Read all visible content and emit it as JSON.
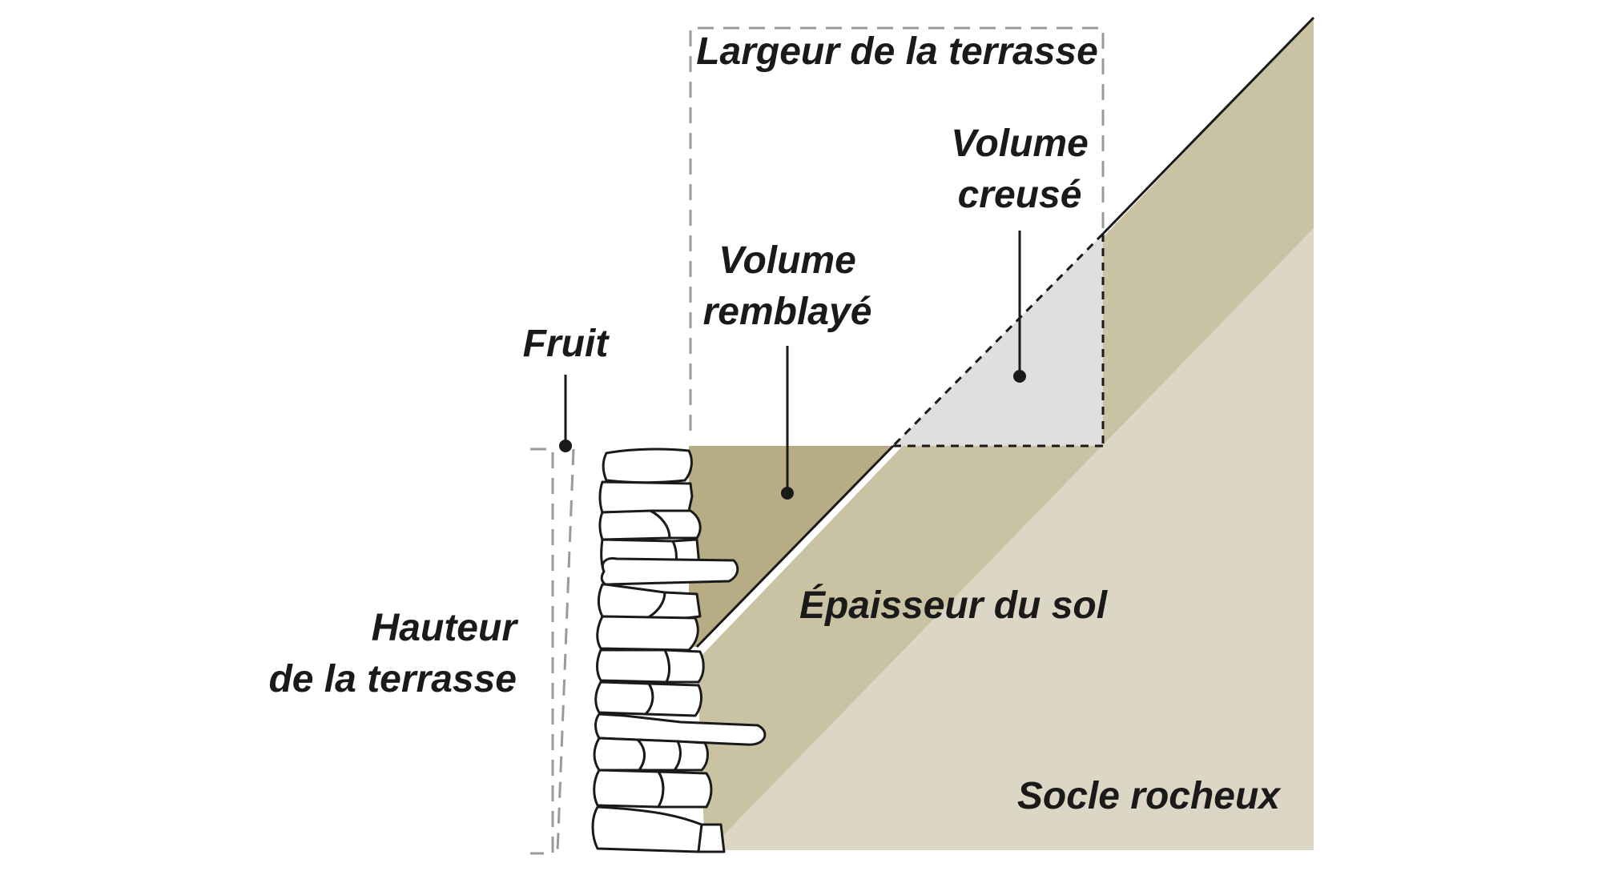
{
  "labels": {
    "largeur": "Largeur de la terrasse",
    "volume_creuse_line1": "Volume",
    "volume_creuse_line2": "creusé",
    "volume_remblaye_line1": "Volume",
    "volume_remblaye_line2": "remblayé",
    "fruit": "Fruit",
    "hauteur_line1": "Hauteur",
    "hauteur_line2": "de la terrasse",
    "epaisseur": "Épaisseur du sol",
    "socle": "Socle rocheux"
  },
  "colors": {
    "soil_layer": "#c9c3a3",
    "bedrock": "#dcd6c4",
    "fill_volume": "#b8ac84",
    "cut_volume": "#e1dfdd",
    "guide_lines": "#9a9a9a",
    "outline": "#1a1a1a",
    "stone_fill": "#ffffff"
  }
}
